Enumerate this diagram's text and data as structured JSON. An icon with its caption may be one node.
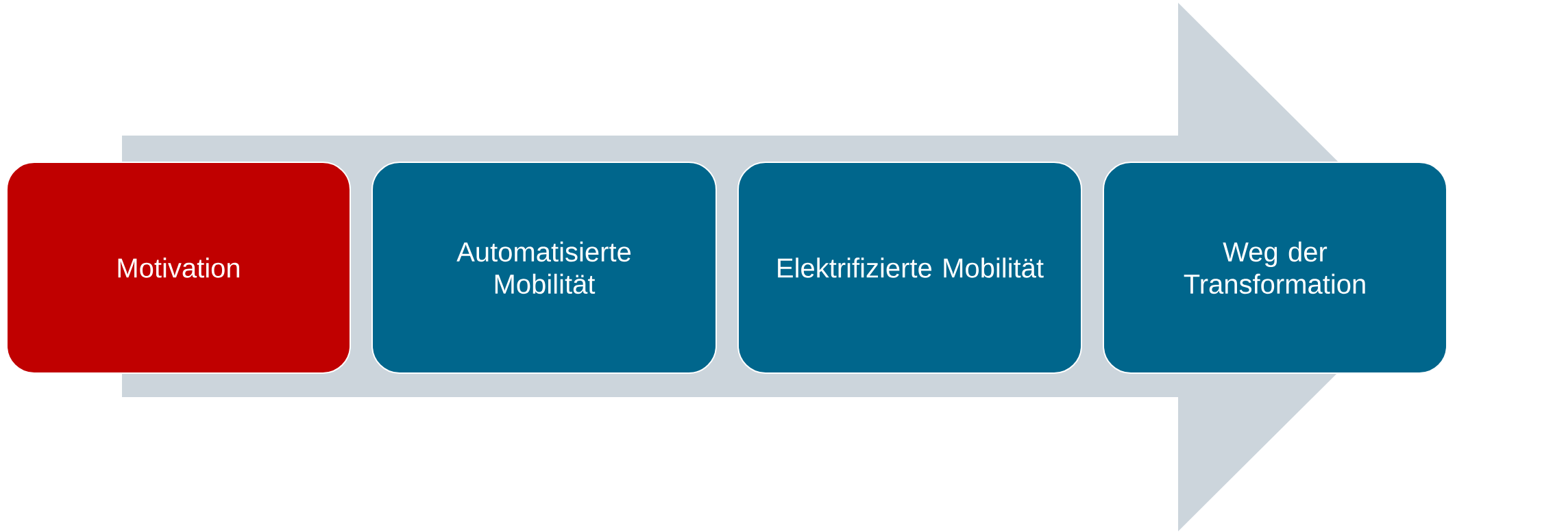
{
  "diagram": {
    "nodes": [
      {
        "text": [
          "Motivation"
        ]
      },
      {
        "text": [
          "Automatisierte Mobilität"
        ]
      },
      {
        "text": [
          "Elektrifizierte Mobilität"
        ]
      },
      {
        "text": [
          "Weg der Transformation"
        ]
      }
    ],
    "edges": [
      {
        "from": 0,
        "to": 3,
        "arrow": "to"
      }
    ]
  }
}
